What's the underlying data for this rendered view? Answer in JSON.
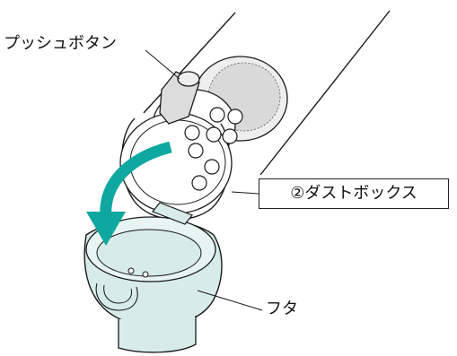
{
  "labels": {
    "push_button": "プッシュボタン",
    "dust_box": "②ダストボックス",
    "lid": "フタ"
  },
  "colors": {
    "accent_arrow": "#0fa8a0",
    "lid_fill": "#d7ece8",
    "line": "#1a1a1a",
    "filter_gray": "#d9d9d9",
    "push_button_fill": "#dcdcdc"
  },
  "icons": {
    "arrow": "curved-arrow-icon"
  }
}
